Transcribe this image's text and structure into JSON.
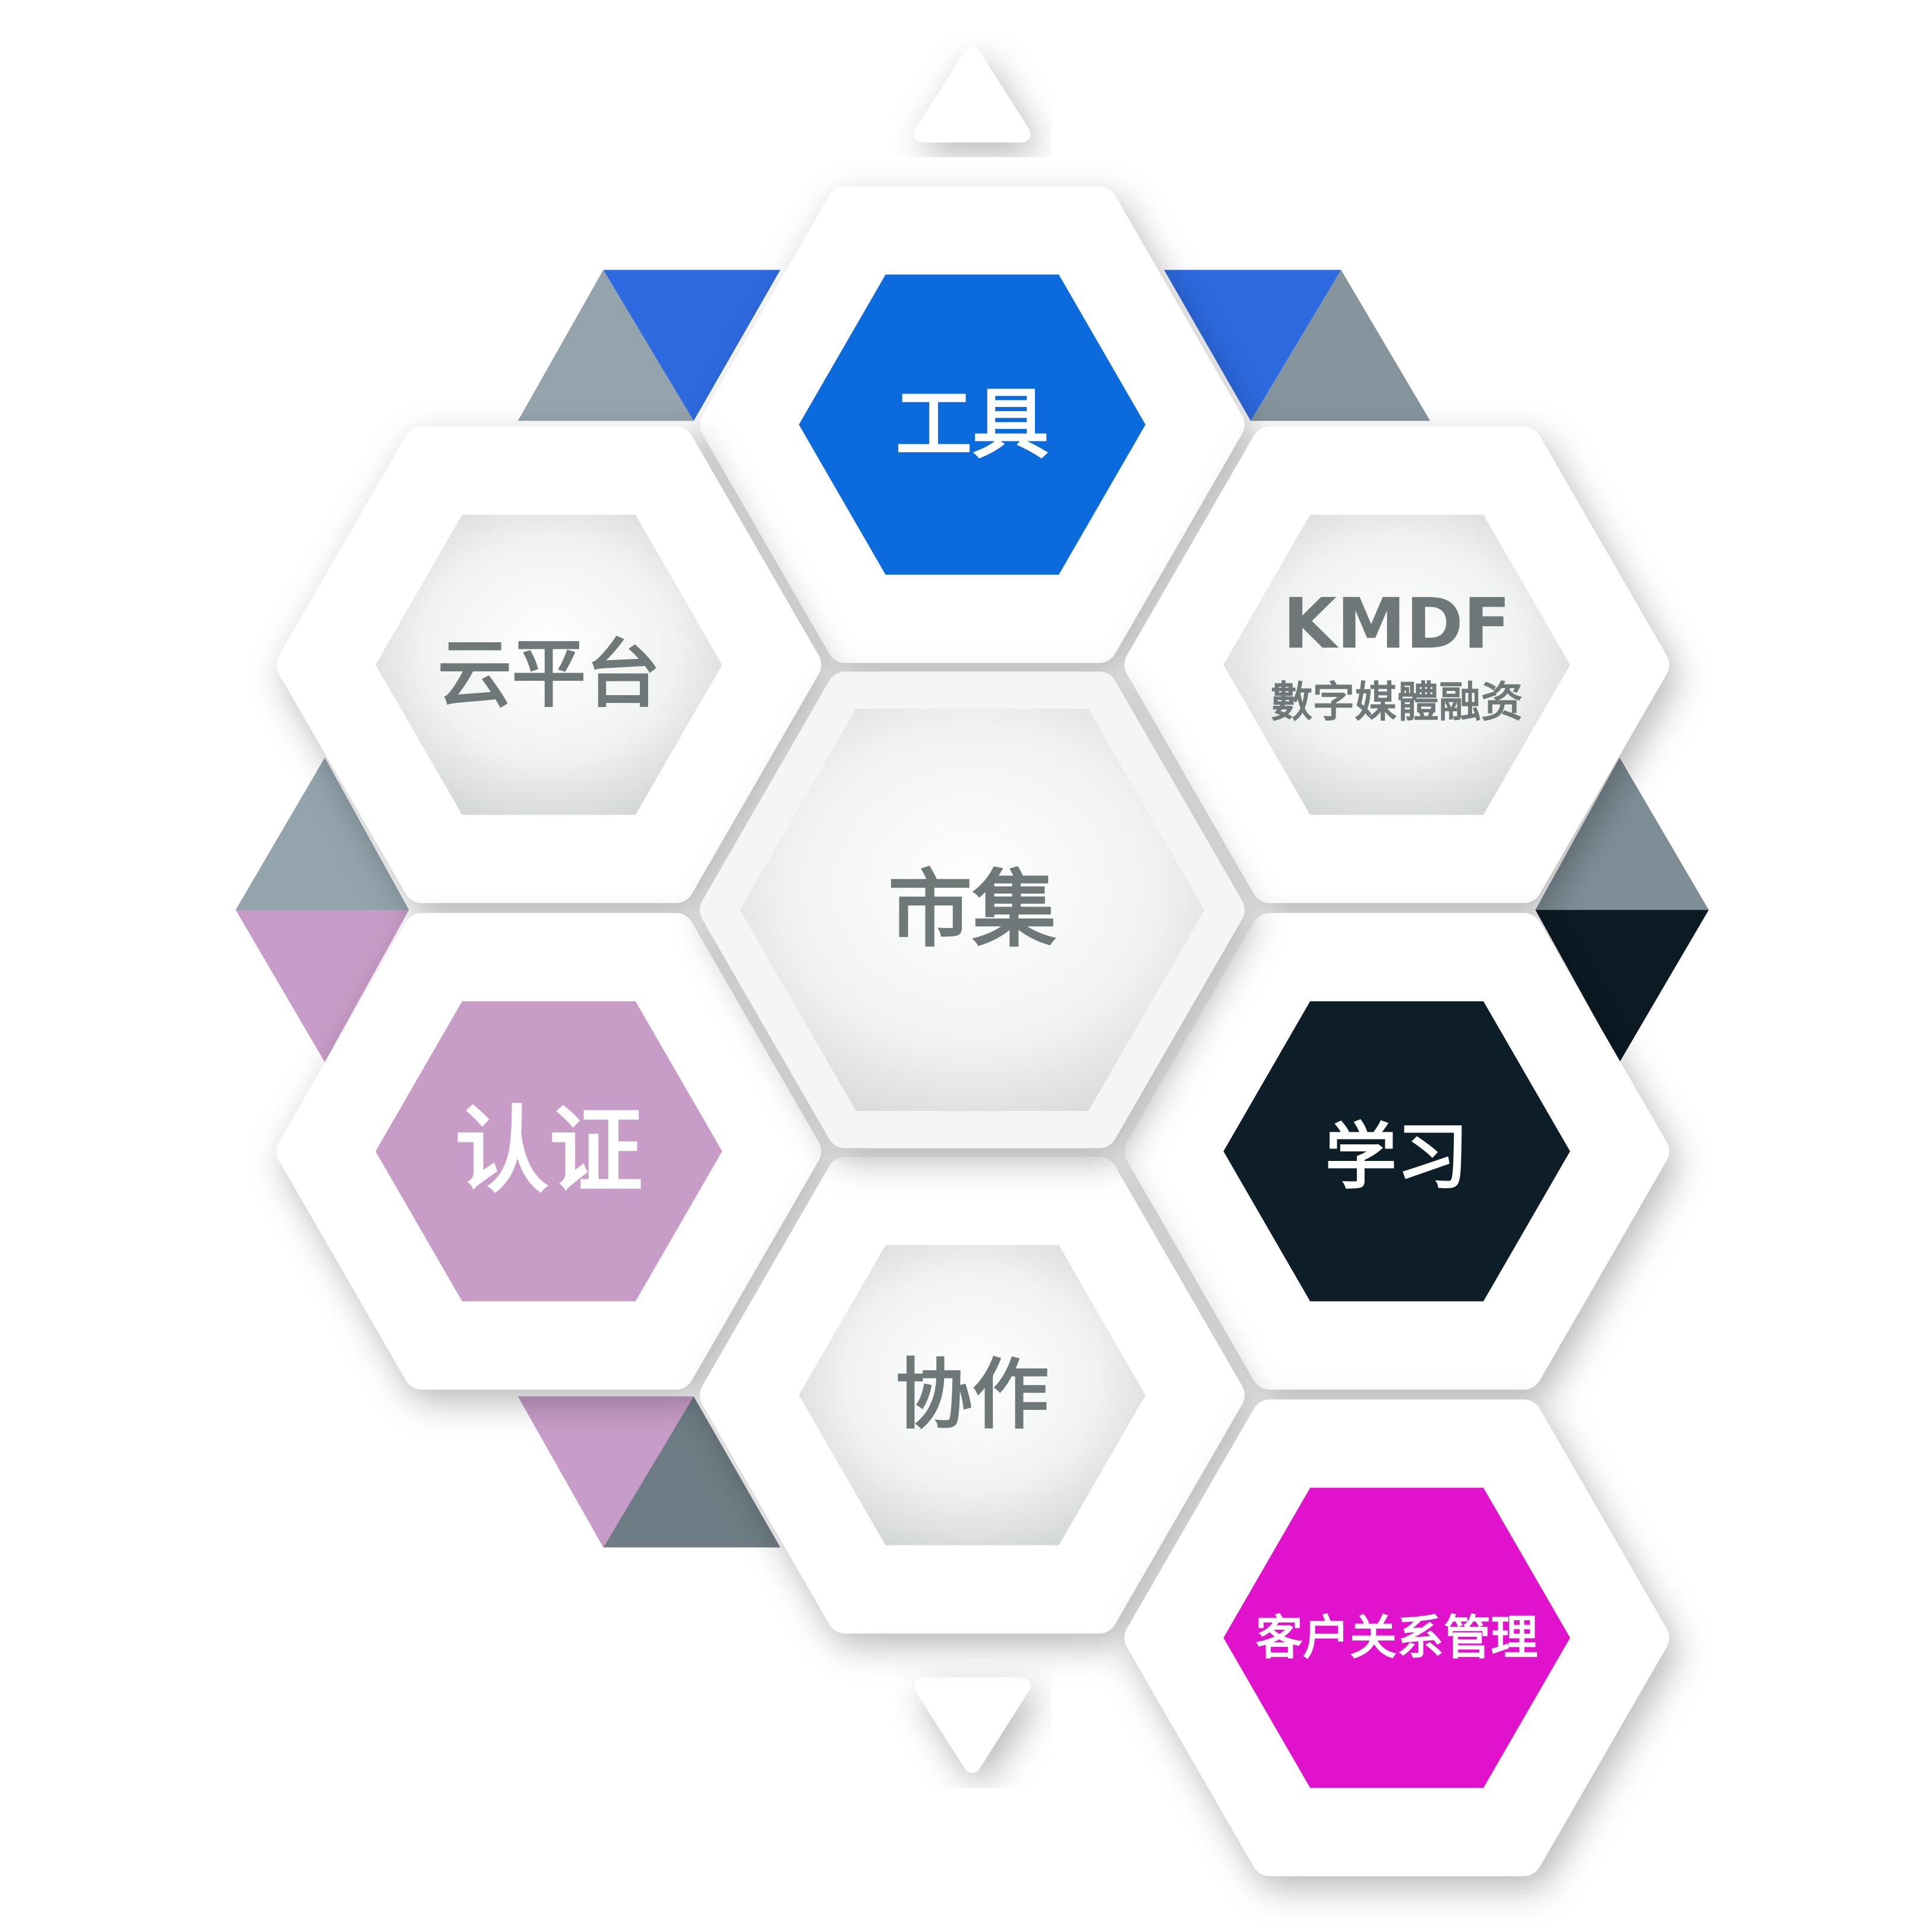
{
  "diagram": {
    "center": {
      "label": "市集"
    },
    "nodes": [
      {
        "id": "tools",
        "label": "工具",
        "fill": "#0b6bdc",
        "text_color": "#ffffff"
      },
      {
        "id": "cloud",
        "label": "云平台",
        "fill": "gradient",
        "text_color": "#6f7878"
      },
      {
        "id": "kmdf",
        "label": "KMDF",
        "sublabel": "數字媒體融资",
        "fill": "gradient",
        "text_color": "#6f7878"
      },
      {
        "id": "cert",
        "label": "认证",
        "fill": "#c79cc6",
        "text_color": "#ffffff"
      },
      {
        "id": "learn",
        "label": "学习",
        "fill": "#0e1e29",
        "text_color": "#ffffff"
      },
      {
        "id": "collab",
        "label": "协作",
        "fill": "gradient",
        "text_color": "#6f7878"
      },
      {
        "id": "crm",
        "label": "客户关系管理",
        "fill": "#e112cc",
        "text_color": "#ffffff"
      }
    ],
    "colors": {
      "blue": "#2d6ae0",
      "gray": "#8b9aa3",
      "pink": "#c89cc8",
      "dark": "#0c1a24",
      "slate": "#6e7d85"
    }
  }
}
